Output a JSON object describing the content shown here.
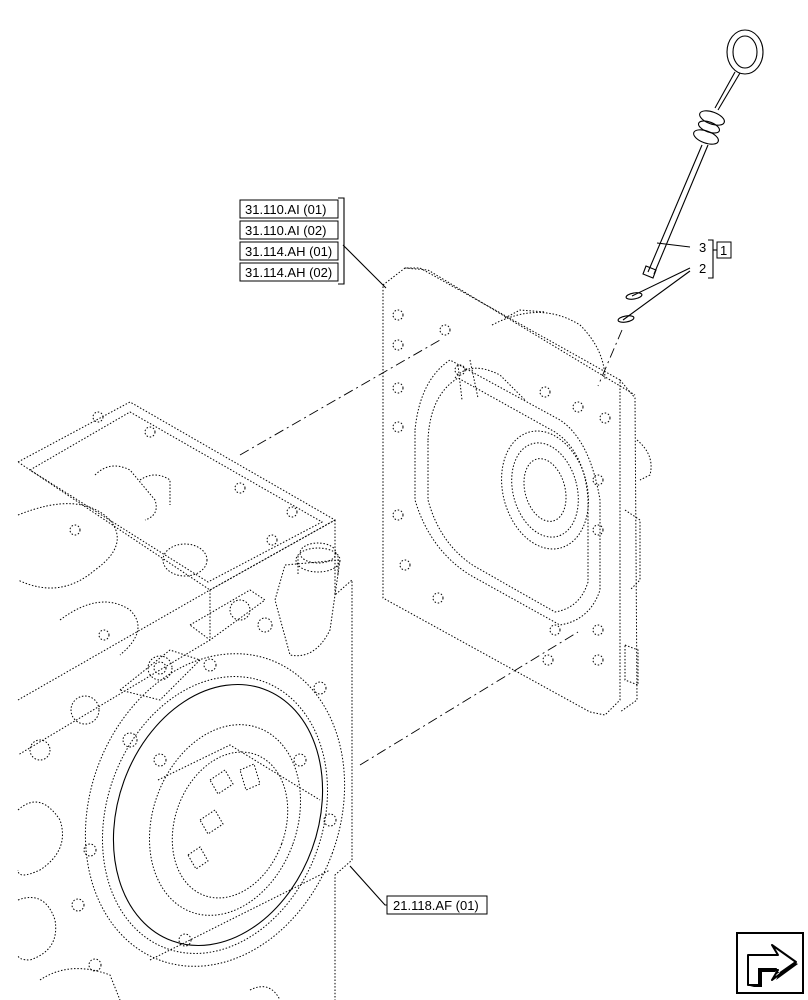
{
  "references": {
    "top_group": [
      "31.110.AI (01)",
      "31.110.AI (02)",
      "31.114.AH (01)",
      "31.114.AH (02)"
    ],
    "bottom": "21.118.AF (01)"
  },
  "callouts": {
    "item3": "3",
    "item2": "2",
    "group": "1"
  },
  "icons": {
    "navigation": "previous-view-arrow-icon"
  }
}
